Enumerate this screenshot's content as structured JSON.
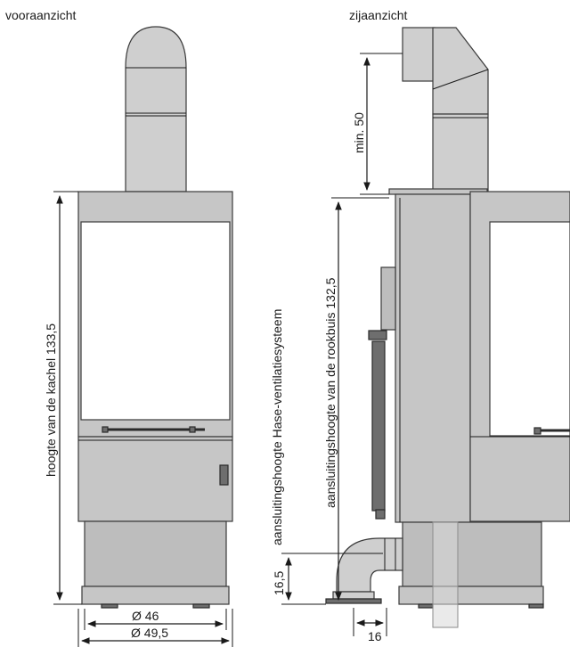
{
  "views": {
    "front": "vooraanzicht",
    "side": "zijaanzicht"
  },
  "dimensions": {
    "stove_height": "hoogte van de kachel 133,5",
    "diameter_inner": "Ø 46",
    "diameter_outer": "Ø 49,5",
    "min_flue": "min. 50",
    "flue_connection_height": "aansluitingshoogte van de rookbuis 132,5",
    "ventilation_connection_height": "aansluitingshoogte Hase-ventilatiesysteem",
    "vent_pipe_height": "16,5",
    "vent_pipe_offset": "16"
  },
  "colors": {
    "body": "#c6c6c6",
    "outline": "#3a3a3a",
    "glass": "#ffffff",
    "door": "#6e6e6e"
  }
}
